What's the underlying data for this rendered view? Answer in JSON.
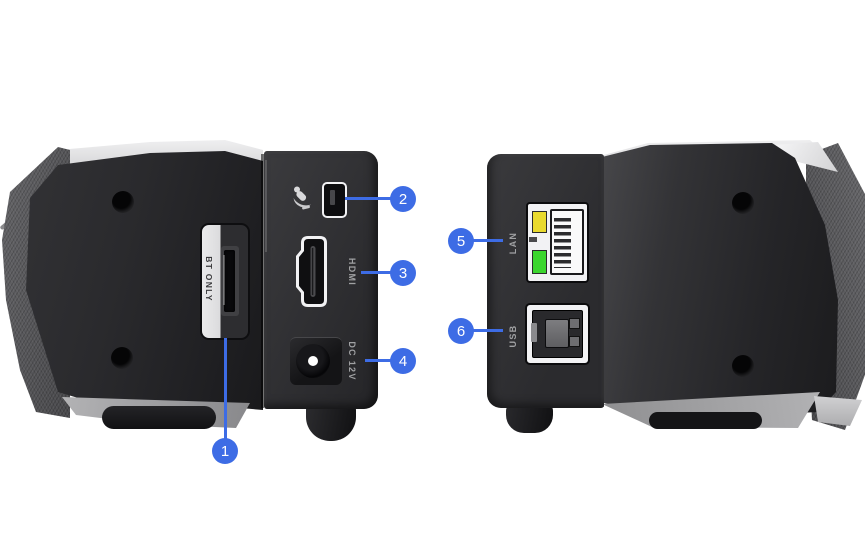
{
  "figure": {
    "description": "Rear-port diagram of a device shown from two angles with numbered callouts",
    "background": "#ffffff"
  },
  "colors": {
    "accent_blue": "#3d6ce5",
    "led_yellow": "#e9da2e",
    "led_green": "#3bd62e",
    "port_white": "#f2f2f4"
  },
  "left_view": {
    "bt_slot": {
      "label": "BT ONLY"
    },
    "hdmi": {
      "label": "HDMI"
    },
    "dc_power": {
      "label": "DC 12V"
    },
    "icons": [
      {
        "name": "antenna-icon"
      }
    ]
  },
  "right_view": {
    "lan": {
      "label": "LAN"
    },
    "usb": {
      "label": "USB"
    }
  },
  "callouts": [
    {
      "number": "1",
      "target": "bt-only-slot"
    },
    {
      "number": "2",
      "target": "mini-usb-port"
    },
    {
      "number": "3",
      "target": "hdmi-port"
    },
    {
      "number": "4",
      "target": "dc-12v-jack"
    },
    {
      "number": "5",
      "target": "lan-port"
    },
    {
      "number": "6",
      "target": "usb-port"
    }
  ]
}
